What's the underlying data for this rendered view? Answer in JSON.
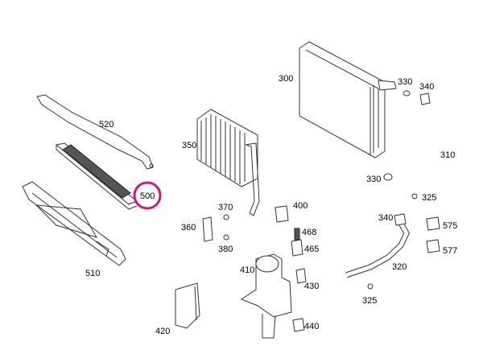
{
  "diagram": {
    "highlight_color": "#d4157a",
    "parts": [
      {
        "id": "p520",
        "label": "520"
      },
      {
        "id": "p500",
        "label": "500"
      },
      {
        "id": "p510",
        "label": "510"
      },
      {
        "id": "p350",
        "label": "350"
      },
      {
        "id": "p300",
        "label": "300"
      },
      {
        "id": "p330a",
        "label": "330"
      },
      {
        "id": "p340a",
        "label": "340"
      },
      {
        "id": "p310",
        "label": "310"
      },
      {
        "id": "p330b",
        "label": "330"
      },
      {
        "id": "p325a",
        "label": "325"
      },
      {
        "id": "p340b",
        "label": "340"
      },
      {
        "id": "p575",
        "label": "575"
      },
      {
        "id": "p577",
        "label": "577"
      },
      {
        "id": "p320",
        "label": "320"
      },
      {
        "id": "p325b",
        "label": "325"
      },
      {
        "id": "p370",
        "label": "370"
      },
      {
        "id": "p360",
        "label": "360"
      },
      {
        "id": "p380",
        "label": "380"
      },
      {
        "id": "p400",
        "label": "400"
      },
      {
        "id": "p468",
        "label": "468"
      },
      {
        "id": "p465",
        "label": "465"
      },
      {
        "id": "p410",
        "label": "410"
      },
      {
        "id": "p430",
        "label": "430"
      },
      {
        "id": "p440",
        "label": "440"
      },
      {
        "id": "p420",
        "label": "420"
      }
    ]
  }
}
